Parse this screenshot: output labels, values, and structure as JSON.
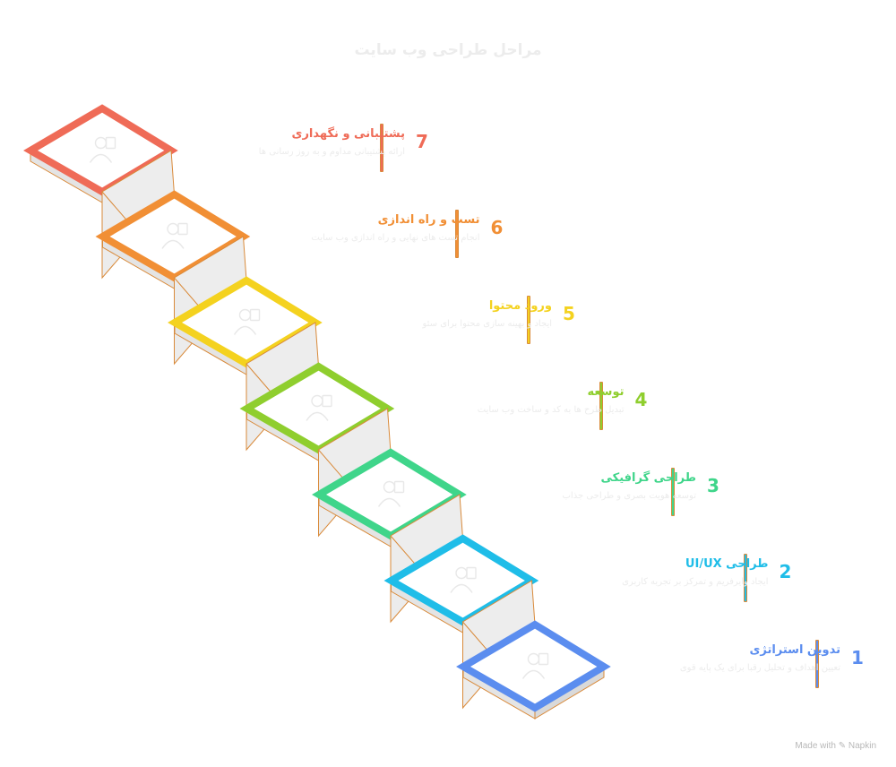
{
  "title": "مراحل طراحی وب سایت",
  "credit": "Made with ✎ Napkin",
  "steps": [
    {
      "number": "1",
      "title": "تدوین استراتژی",
      "description": "تعیین اهداف و تحلیل رقبا برای یک پایه قوی",
      "color": "#5b8def",
      "icon": "strategy-team-icon"
    },
    {
      "number": "2",
      "title": "طراحی UI/UX",
      "description": "ایجاد وایرفریم و تمرکز بر تجربه کاربری",
      "color": "#1fbde8",
      "icon": "wireframe-screen-icon"
    },
    {
      "number": "3",
      "title": "طراحی گرافیکی",
      "description": "توسعه هویت بصری و طراحی جذاب",
      "color": "#3fd58a",
      "icon": "graphic-design-icon"
    },
    {
      "number": "4",
      "title": "توسعه",
      "description": "تبدیل طرح ها به کد و ساخت وب سایت",
      "color": "#8fce2e",
      "icon": "developer-laptop-icon"
    },
    {
      "number": "5",
      "title": "ورود محتوا",
      "description": "ایجاد و بهینه سازی محتوا برای سئو",
      "color": "#f4d21f",
      "icon": "content-writer-icon"
    },
    {
      "number": "6",
      "title": "تست و راه اندازی",
      "description": "انجام تست های نهایی و راه اندازی وب سایت",
      "color": "#f18f35",
      "icon": "rocket-launch-icon"
    },
    {
      "number": "7",
      "title": "پشتیبانی و نگهداری",
      "description": "ارائه پشتیبانی مداوم و به روز رسانی ها",
      "color": "#ef6b57",
      "icon": "support-server-icon"
    }
  ]
}
